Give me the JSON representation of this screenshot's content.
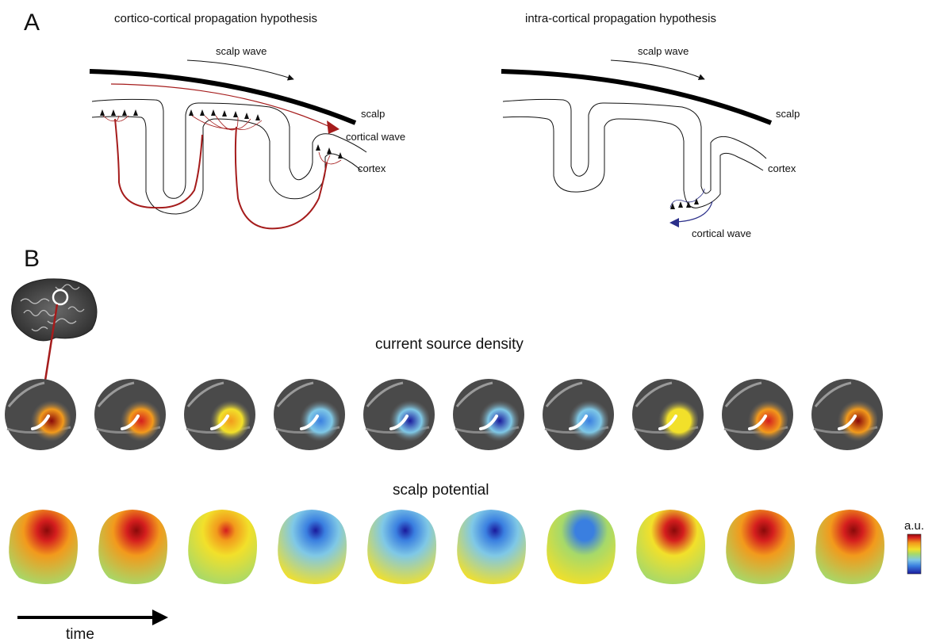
{
  "panel_a": {
    "label": "A",
    "left": {
      "title": "cortico-cortical propagation hypothesis",
      "scalp_wave": "scalp wave",
      "scalp": "scalp",
      "cortical_wave": "cortical wave",
      "cortex": "cortex",
      "wave_color": "#a51c1c"
    },
    "right": {
      "title": "intra-cortical propagation hypothesis",
      "scalp_wave": "scalp wave",
      "scalp": "scalp",
      "cortex": "cortex",
      "cortical_wave": "cortical wave",
      "wave_color": "#2b2f8a"
    }
  },
  "panel_b": {
    "label": "B",
    "csd_title": "current source density",
    "scalp_title": "scalp potential",
    "colorbar_label": "a.u.",
    "time_label": "time",
    "csd_frames": [
      {
        "polarity": 1.0
      },
      {
        "polarity": 0.8
      },
      {
        "polarity": 0.3
      },
      {
        "polarity": -0.6
      },
      {
        "polarity": -0.9
      },
      {
        "polarity": -1.0
      },
      {
        "polarity": -0.7
      },
      {
        "polarity": 0.2
      },
      {
        "polarity": 0.8
      },
      {
        "polarity": 1.0
      }
    ],
    "scalp_frames": [
      {
        "polarity": 1.0
      },
      {
        "polarity": 1.0
      },
      {
        "polarity": 0.7
      },
      {
        "polarity": -1.0
      },
      {
        "polarity": -1.0
      },
      {
        "polarity": -1.0
      },
      {
        "polarity": -0.8
      },
      {
        "polarity": 0.9
      },
      {
        "polarity": 1.0
      },
      {
        "polarity": 1.0
      }
    ],
    "colormap": [
      "#1a1a9c",
      "#3a7fe0",
      "#7fc8e6",
      "#a6d96a",
      "#f2e02a",
      "#f29a1c",
      "#d41e1e",
      "#8a0a0a"
    ]
  }
}
